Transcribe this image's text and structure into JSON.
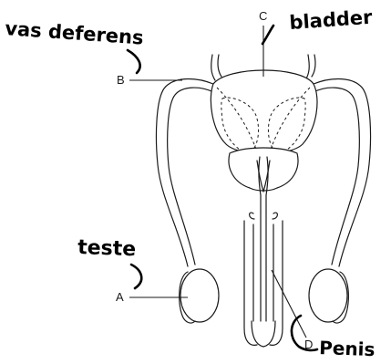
{
  "labels": {
    "a": "A",
    "b": "B",
    "c": "C",
    "d": "D"
  },
  "annotations": {
    "vas_deferens": "vas deferens",
    "bladder": "bladder",
    "teste": "teste",
    "penis": "Penis"
  }
}
